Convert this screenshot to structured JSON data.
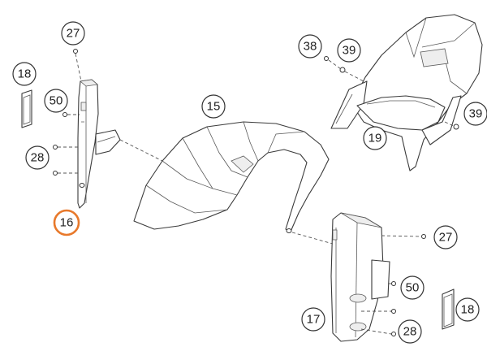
{
  "callouts": [
    {
      "id": "c27a",
      "label": "27",
      "highlight": false
    },
    {
      "id": "c18a",
      "label": "18",
      "highlight": false
    },
    {
      "id": "c50a",
      "label": "50",
      "highlight": false
    },
    {
      "id": "c28a",
      "label": "28",
      "highlight": false
    },
    {
      "id": "c16",
      "label": "16",
      "highlight": true
    },
    {
      "id": "c15",
      "label": "15",
      "highlight": false
    },
    {
      "id": "c38",
      "label": "38",
      "highlight": false
    },
    {
      "id": "c39a",
      "label": "39",
      "highlight": false
    },
    {
      "id": "c39b",
      "label": "39",
      "highlight": false
    },
    {
      "id": "c19",
      "label": "19",
      "highlight": false
    },
    {
      "id": "c27b",
      "label": "27",
      "highlight": false
    },
    {
      "id": "c50b",
      "label": "50",
      "highlight": false
    },
    {
      "id": "c17",
      "label": "17",
      "highlight": false
    },
    {
      "id": "c18b",
      "label": "18",
      "highlight": false
    },
    {
      "id": "c28b",
      "label": "28",
      "highlight": false
    }
  ],
  "highlight_color": "#e8792b"
}
